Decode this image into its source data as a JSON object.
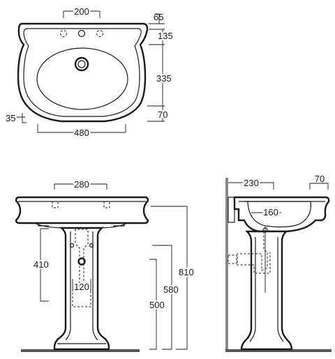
{
  "top_view": {
    "dims": {
      "d200": "200",
      "d65": "65",
      "d135": "135",
      "d335": "335",
      "d35": "35",
      "d70": "70",
      "d480": "480"
    }
  },
  "front_view": {
    "dims": {
      "d280": "280",
      "d410": "410",
      "d120": "120",
      "d810": "810",
      "d580": "580",
      "d500": "500"
    }
  },
  "side_view": {
    "dims": {
      "d230": "230",
      "d70": "70",
      "d160": "160"
    }
  }
}
